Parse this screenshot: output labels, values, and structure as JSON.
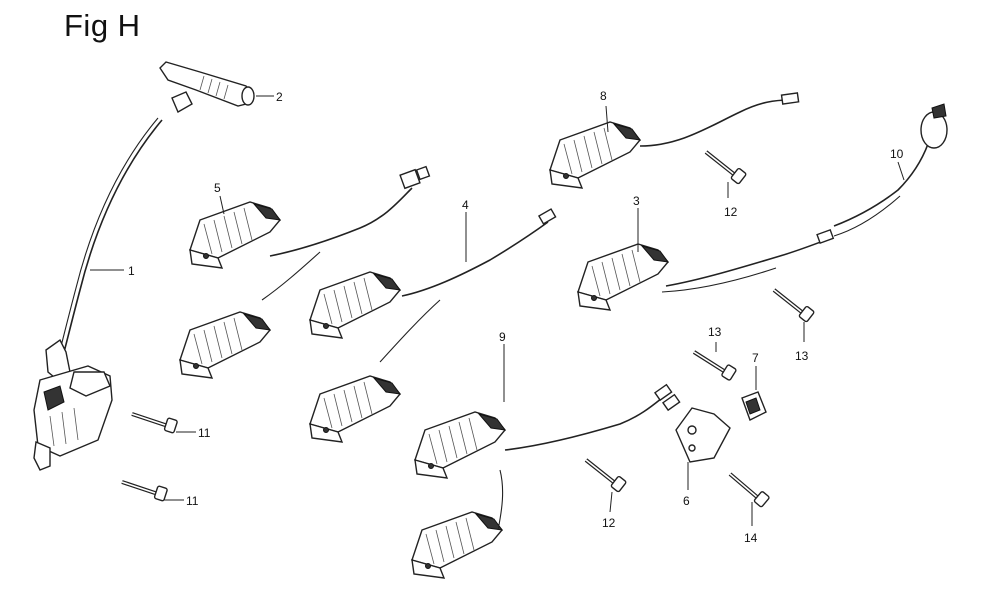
{
  "figure": {
    "title": "Fig H"
  },
  "callouts": [
    "1",
    "2",
    "3",
    "4",
    "5",
    "6",
    "7",
    "8",
    "9",
    "10",
    "11",
    "11",
    "12",
    "12",
    "13",
    "13",
    "14"
  ]
}
